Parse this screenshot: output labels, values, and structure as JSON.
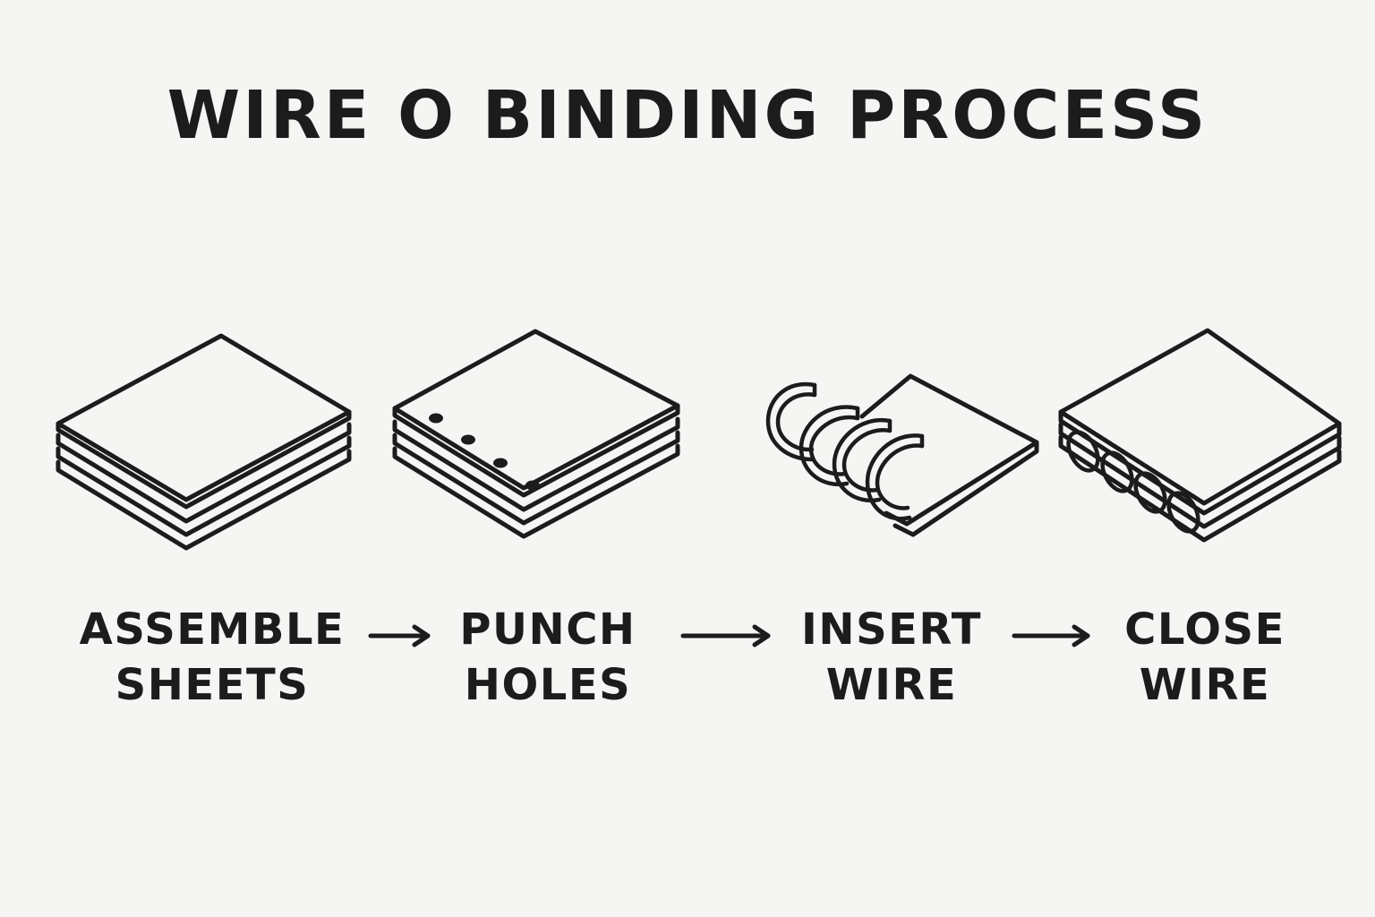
{
  "title": "WIRE O BINDING PROCESS",
  "steps": [
    {
      "line1": "ASSEMBLE",
      "line2": "SHEETS",
      "icon": "paper-stack-icon"
    },
    {
      "line1": "PUNCH",
      "line2": "HOLES",
      "icon": "punched-paper-stack-icon"
    },
    {
      "line1": "INSERT",
      "line2": "WIRE",
      "icon": "wire-insert-icon"
    },
    {
      "line1": "CLOSE",
      "line2": "WIRE",
      "icon": "bound-book-icon"
    }
  ],
  "colors": {
    "ink": "#1c1c1c",
    "background": "#f5f5f4"
  }
}
